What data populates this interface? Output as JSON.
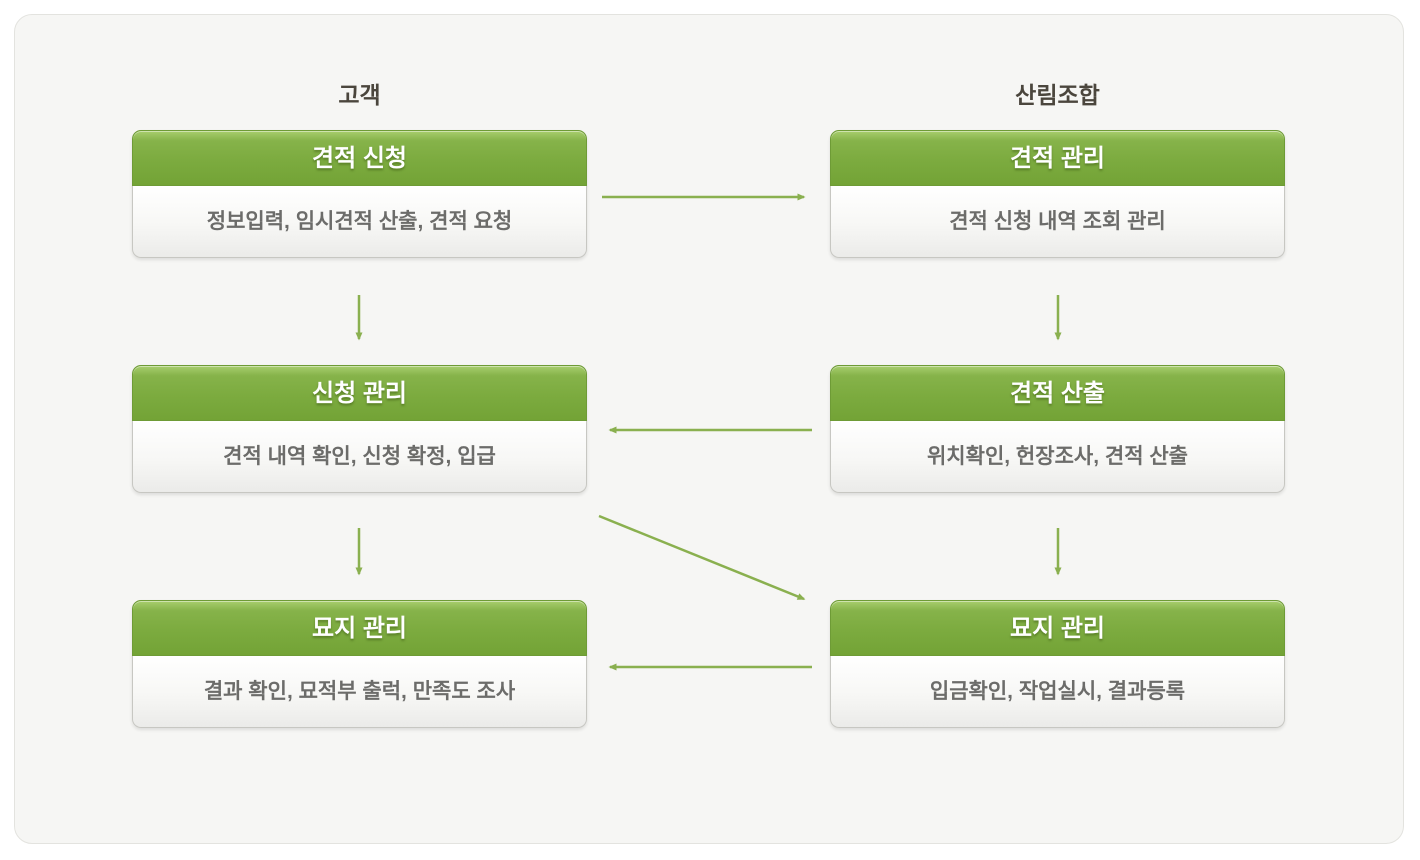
{
  "diagram": {
    "columns": [
      {
        "title": "고객",
        "boxes": [
          {
            "title": "견적 신청",
            "desc": "정보입력, 임시견적 산출, 견적 요청"
          },
          {
            "title": "신청 관리",
            "desc": "견적 내역 확인, 신청 확정, 입급"
          },
          {
            "title": "묘지 관리",
            "desc": "결과 확인, 묘적부 출럭, 만족도 조사"
          }
        ]
      },
      {
        "title": "산림조합",
        "boxes": [
          {
            "title": "견적 관리",
            "desc": "견적 신청 내역 조회 관리"
          },
          {
            "title": "견적 산출",
            "desc": "위치확인, 헌장조사, 견적 산출"
          },
          {
            "title": "묘지 관리",
            "desc": "입금확인, 작업실시, 결과등록"
          }
        ]
      }
    ],
    "flows": [
      {
        "from": "견적 신청",
        "to": "견적 관리",
        "direction": "right"
      },
      {
        "from": "견적 신청",
        "to": "신청 관리",
        "direction": "down"
      },
      {
        "from": "견적 관리",
        "to": "견적 산출",
        "direction": "down"
      },
      {
        "from": "견적 산출",
        "to": "신청 관리",
        "direction": "left"
      },
      {
        "from": "신청 관리",
        "to": "묘지 관리(고객)",
        "direction": "down"
      },
      {
        "from": "신청 관리",
        "to": "묘지 관리(산림조합)",
        "direction": "diagonal-down-right"
      },
      {
        "from": "견적 산출",
        "to": "묘지 관리(산림조합)",
        "direction": "down"
      },
      {
        "from": "묘지 관리(산림조합)",
        "to": "묘지 관리(고객)",
        "direction": "left"
      }
    ],
    "colors": {
      "panel_bg": "#f6f6f4",
      "panel_border": "#e3e3df",
      "header_green_top": "#a8ce6e",
      "header_green_bottom": "#73a336",
      "header_border": "#6e9b36",
      "body_bg_bottom": "#ebebe9",
      "body_border": "#c7c7c2",
      "arrow_green": "#8ab04f",
      "title_text": "#4b463d",
      "desc_text": "#6c6c6a"
    }
  }
}
